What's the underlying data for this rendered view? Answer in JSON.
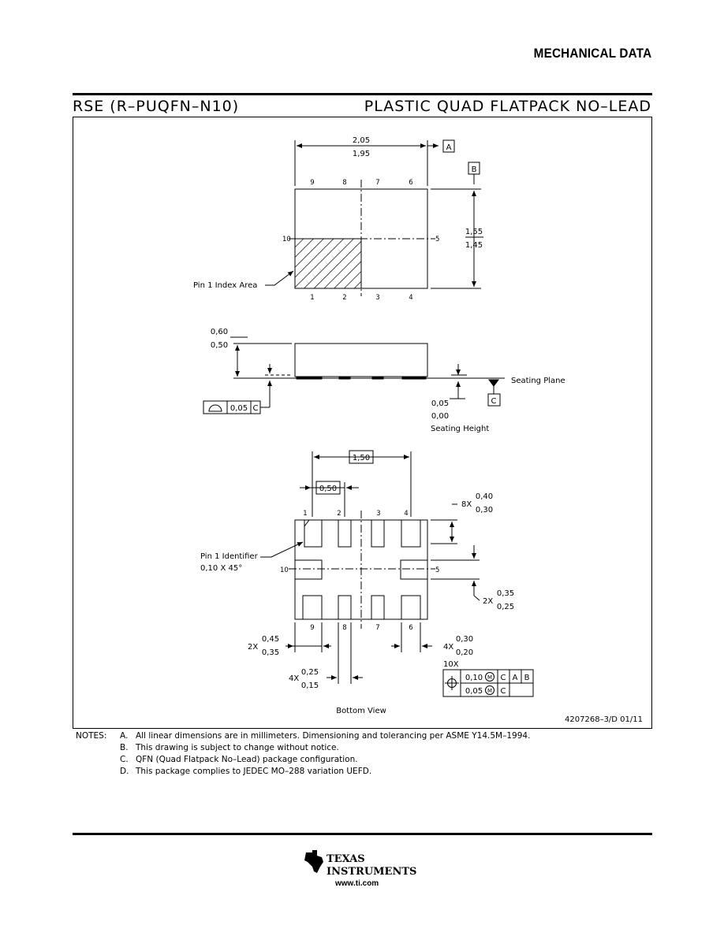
{
  "header": {
    "title": "MECHANICAL DATA"
  },
  "package": {
    "code": "RSE (R–PUQFN–N10)",
    "description": "PLASTIC QUAD FLATPACK NO–LEAD"
  },
  "top_view": {
    "width_max": "2,05",
    "width_min": "1,95",
    "height_max": "1,55",
    "height_min": "1,45",
    "datum_a": "A",
    "datum_b": "B",
    "pins_top": [
      "9",
      "8",
      "7",
      "6"
    ],
    "pins_bottom": [
      "1",
      "2",
      "3",
      "4"
    ],
    "pin_left": "10",
    "pin_right": "5",
    "index_label": "Pin 1 Index Area"
  },
  "side_view": {
    "thickness_max": "0,60",
    "thickness_min": "0,50",
    "flatness_value": "0,05",
    "flatness_datum": "C",
    "standoff_max": "0,05",
    "standoff_min": "0,00",
    "seating_height": "Seating Height",
    "seating_plane": "Seating Plane",
    "datum_c": "C"
  },
  "bottom_view": {
    "pitch_span": "1,50",
    "pitch": "0,50",
    "lead_len_prefix": "8X",
    "lead_len_max": "0,40",
    "lead_len_min": "0,30",
    "side_lead_prefix": "2X",
    "side_lead_max": "0,35",
    "side_lead_min": "0,25",
    "corner_width_prefix": "2X",
    "corner_width_max": "0,45",
    "corner_width_min": "0,35",
    "inner_width_prefix": "4X",
    "inner_width_max": "0,25",
    "inner_width_min": "0,15",
    "right_width_prefix": "4X",
    "right_width_max": "0,30",
    "right_width_min": "0,20",
    "pin1_label": "Pin 1 Identifier",
    "pin1_chamfer": "0,10 X 45°",
    "pins_top": [
      "1",
      "2",
      "3",
      "4"
    ],
    "pins_bottom": [
      "9",
      "8",
      "7",
      "6"
    ],
    "pin_left": "10",
    "pin_right": "5",
    "fcf_count": "10X",
    "fcf_row1": [
      "0,10",
      "C",
      "A",
      "B"
    ],
    "fcf_row2": [
      "0,05",
      "C"
    ],
    "view_label": "Bottom View"
  },
  "drawing_number": "4207268–3/D   01/11",
  "notes": {
    "label": "NOTES:",
    "items": [
      {
        "letter": "A.",
        "text": "All linear dimensions are in millimeters.  Dimensioning and tolerancing per ASME Y14.5M–1994."
      },
      {
        "letter": "B.",
        "text": "This drawing is subject to change without notice."
      },
      {
        "letter": "C.",
        "text": "QFN (Quad Flatpack No–Lead) package configuration."
      },
      {
        "letter": "D.",
        "text": "This package complies to JEDEC MO–288 variation UEFD."
      }
    ]
  },
  "footer": {
    "brand_line1": "TEXAS",
    "brand_line2": "INSTRUMENTS",
    "url": "www.ti.com"
  }
}
